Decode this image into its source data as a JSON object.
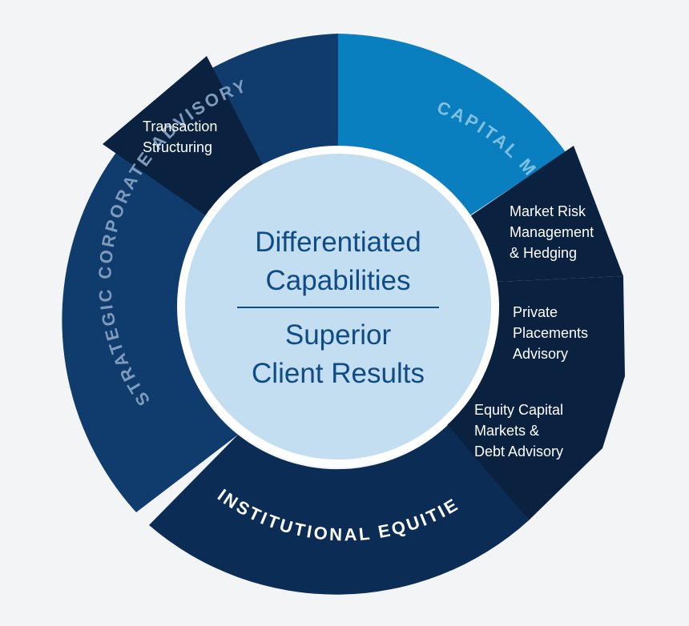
{
  "center": {
    "line1": "Differentiated",
    "line2": "Capabilities",
    "line3": "Superior",
    "line4": "Client Results"
  },
  "arcs": {
    "strategic": "STRATEGIC CORPORATE ADVISORY",
    "capital": "CAPITAL MARKETS",
    "institutional": "INSTITUTIONAL EQUITIES"
  },
  "segments": {
    "transaction": [
      "Transaction",
      "Structuring"
    ],
    "market_risk": [
      "Market Risk",
      "Management",
      "& Hedging"
    ],
    "private": [
      "Private",
      "Placements",
      "Advisory"
    ],
    "equity": [
      "Equity Capital",
      "Markets &",
      "Debt Advisory"
    ]
  },
  "colors": {
    "background": "#f3f4f6",
    "strategic": "#0f3c6c",
    "capital": "#0a7fc0",
    "institutional": "#0b2c55",
    "dark_segments": "#0a2240",
    "center_fill": "#c3def0",
    "center_text": "#0f4b86",
    "strategic_text": "#7e9bbd",
    "capital_text": "#7fbfe0"
  }
}
